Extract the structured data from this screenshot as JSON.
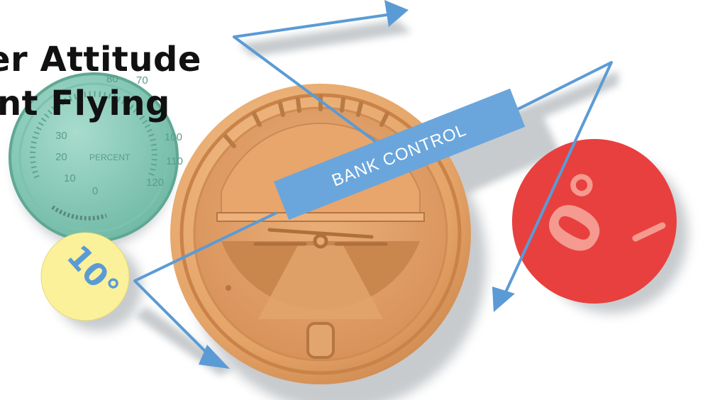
{
  "title": {
    "line1": "er Attitude",
    "line2": "nt Flying"
  },
  "airspeed_gauge": {
    "labels": [
      "30",
      "20",
      "10",
      "0",
      "PERCENT",
      "100",
      "110",
      "120",
      "80",
      "70"
    ]
  },
  "bank_banner": {
    "label": "BANK CONTROL"
  },
  "yellow_badge": {
    "value": "10°"
  },
  "red_badge": {
    "value": "0°"
  },
  "colors": {
    "arrow": "#5b9bd5",
    "banner": "#6aa6dc",
    "gauge_teal": "#8ccab7",
    "gauge_orange": "#e7a86e",
    "badge_yellow": "#fbf19a",
    "badge_red": "#e8403e"
  }
}
